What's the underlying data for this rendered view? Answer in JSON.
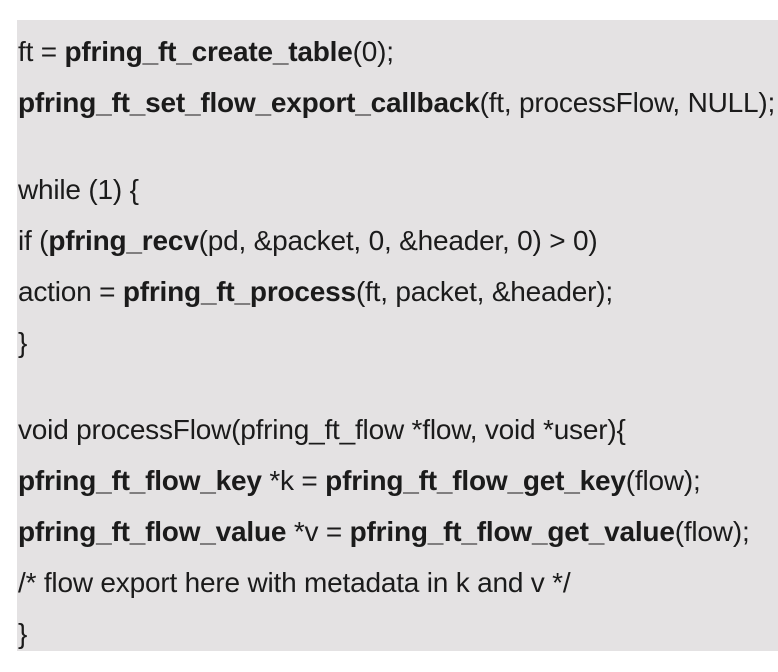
{
  "colors": {
    "page_background": "#ffffff",
    "panel_background": "#e4e2e3",
    "text_color": "#1b1b1b"
  },
  "code": {
    "language": "c",
    "lines": [
      {
        "segments": [
          {
            "t": "ft = ",
            "b": false
          },
          {
            "t": "pfring_ft_create_table",
            "b": true
          },
          {
            "t": "(0);",
            "b": false
          }
        ]
      },
      {
        "segments": [
          {
            "t": "pfring_ft_set_flow_export_callback",
            "b": true
          },
          {
            "t": "(ft, processFlow, NULL);",
            "b": false
          }
        ]
      },
      {
        "blank": true
      },
      {
        "segments": [
          {
            "t": "while (1) {",
            "b": false
          }
        ]
      },
      {
        "segments": [
          {
            "t": "if (",
            "b": false
          },
          {
            "t": "pfring_recv",
            "b": true
          },
          {
            "t": "(pd, &packet, 0, &header, 0) > 0)",
            "b": false
          }
        ]
      },
      {
        "segments": [
          {
            "t": "action = ",
            "b": false
          },
          {
            "t": "pfring_ft_process",
            "b": true
          },
          {
            "t": "(ft, packet, &header);",
            "b": false
          }
        ]
      },
      {
        "segments": [
          {
            "t": "}",
            "b": false
          }
        ]
      },
      {
        "blank": true
      },
      {
        "segments": [
          {
            "t": "void processFlow(pfring_ft_flow *flow, void *user){",
            "b": false
          }
        ]
      },
      {
        "segments": [
          {
            "t": "pfring_ft_flow_key",
            "b": true
          },
          {
            "t": " *k = ",
            "b": false
          },
          {
            "t": "pfring_ft_flow_get_key",
            "b": true
          },
          {
            "t": "(flow);",
            "b": false
          }
        ]
      },
      {
        "segments": [
          {
            "t": "pfring_ft_flow_value",
            "b": true
          },
          {
            "t": " *v = ",
            "b": false
          },
          {
            "t": "pfring_ft_flow_get_value",
            "b": true
          },
          {
            "t": "(flow);",
            "b": false
          }
        ]
      },
      {
        "segments": [
          {
            "t": "/* flow export here with metadata in k and v */",
            "b": false
          }
        ]
      },
      {
        "segments": [
          {
            "t": "}",
            "b": false
          }
        ]
      }
    ]
  }
}
